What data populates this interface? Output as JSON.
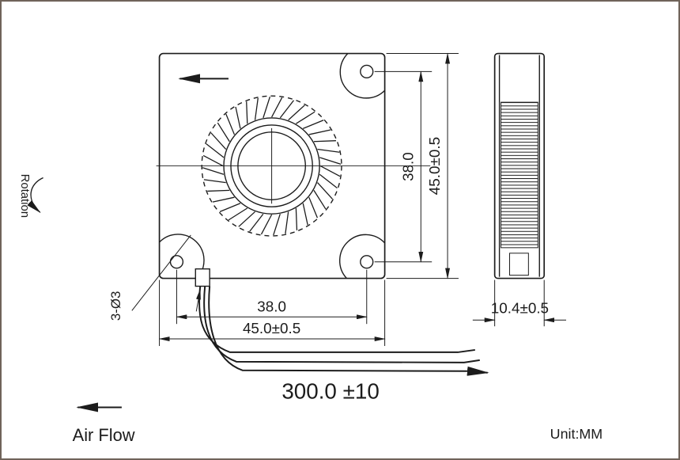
{
  "colors": {
    "line": "#1c1c1c",
    "frame": "#70635a",
    "background": "#ffffff"
  },
  "left_panel": {
    "rotation_label": "Rotation"
  },
  "front_view": {
    "hole_callout": "3-Ø3"
  },
  "dimensions": {
    "hole_spacing_vertical": "38.0",
    "body_height": "45.0±0.5",
    "hole_spacing_horizontal": "38.0",
    "body_width": "45.0±0.5",
    "depth": "10.4±0.5",
    "wire_length": "300.0 ±10"
  },
  "footer": {
    "air_flow_label": "Air Flow",
    "unit_label": "Unit:MM"
  }
}
